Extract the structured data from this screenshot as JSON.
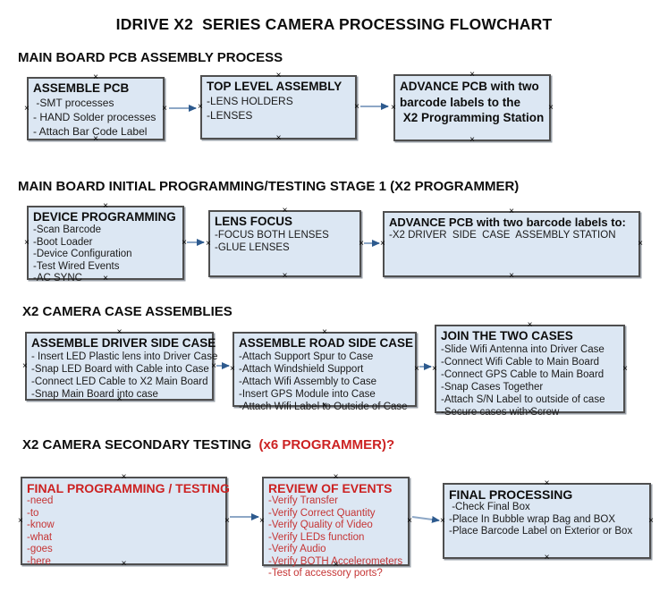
{
  "title": "IDRIVE X2  SERIES CAMERA PROCESSING FLOWCHART",
  "icons": {
    "connector_handle": "×",
    "arrow": "right-arrow"
  },
  "colors": {
    "box_fill": "#dce7f3",
    "box_border": "#4f4f4f",
    "arrow_line": "#8da7c6",
    "arrow_head": "#2d5a8e",
    "heading_red": "#cc2222",
    "box_text_red": "#c53434"
  },
  "sections": {
    "s1": {
      "heading": "MAIN BOARD PCB ASSEMBLY PROCESS",
      "boxes": {
        "assemble_pcb": {
          "title": "ASSEMBLE PCB",
          "items": [
            " -SMT processes",
            "- HAND Solder processes",
            "- Attach Bar Code Label"
          ]
        },
        "top_level_assembly": {
          "title": "TOP LEVEL ASSEMBLY",
          "items": [
            "-LENS HOLDERS",
            "-LENSES"
          ]
        },
        "advance_pcb_station": {
          "items": [
            "ADVANCE PCB with two",
            "barcode labels to the",
            " X2 Programming Station"
          ]
        }
      }
    },
    "s2": {
      "heading": "MAIN BOARD INITIAL PROGRAMMING/TESTING STAGE 1 (X2 PROGRAMMER)",
      "boxes": {
        "device_programming": {
          "title": "DEVICE PROGRAMMING",
          "items": [
            "-Scan Barcode",
            "-Boot Loader",
            "-Device Configuration",
            "-Test Wired Events",
            "-AC SYNC"
          ]
        },
        "lens_focus": {
          "title": "LENS FOCUS",
          "items": [
            "-FOCUS BOTH LENSES",
            "-GLUE LENSES"
          ]
        },
        "advance_pcb_driver_side": {
          "title": "ADVANCE PCB with two barcode labels to:",
          "items": [
            "-X2 DRIVER  SIDE  CASE  ASSEMBLY STATION"
          ]
        }
      }
    },
    "s3": {
      "heading": "X2 CAMERA CASE ASSEMBLIES",
      "boxes": {
        "driver_side_case": {
          "title": "ASSEMBLE DRIVER SIDE CASE",
          "items": [
            "- Insert LED Plastic lens into Driver Case",
            "-Snap LED Board with Cable into Case",
            "-Connect LED Cable to X2 Main Board",
            "-Snap Main Board into case"
          ]
        },
        "road_side_case": {
          "title": "ASSEMBLE ROAD SIDE CASE",
          "items": [
            "-Attach Support Spur to Case",
            "-Attach Windshield Support",
            "-Attach Wifi Assembly to Case",
            "-Insert GPS Module into Case",
            "-Attach Wifi Label to Outside of Case"
          ]
        },
        "join_cases": {
          "title": "JOIN THE TWO CASES",
          "items": [
            "-Slide Wifi Antenna into Driver Case",
            "-Connect Wifi Cable to Main Board",
            "-Connect GPS Cable to Main Board",
            "-Snap Cases Together",
            "-Attach S/N Label to outside of case",
            "-Secure cases with Screw"
          ]
        }
      }
    },
    "s4": {
      "heading_black": "X2 CAMERA SECONDARY TESTING ",
      "heading_red": " (x6 PROGRAMMER)?",
      "boxes": {
        "final_programming_testing": {
          "title": "FINAL PROGRAMMING / TESTING",
          "items": [
            "-need",
            "-to",
            "-know",
            "-what",
            "-goes",
            "-here"
          ]
        },
        "review_of_events": {
          "title": "REVIEW OF EVENTS",
          "items": [
            "-Verify Transfer",
            "-Verify Correct Quantity",
            "-Verify Quality of Video",
            "-Verify LEDs function",
            "-Verify Audio",
            "-Verify BOTH Accelerometers",
            "-Test of accessory ports?"
          ]
        },
        "final_processing": {
          "title": "FINAL PROCESSING",
          "items": [
            " -Check Final Box",
            "-Place In Bubble wrap Bag and BOX",
            "-Place Barcode Label on Exterior or Box"
          ]
        }
      }
    }
  }
}
